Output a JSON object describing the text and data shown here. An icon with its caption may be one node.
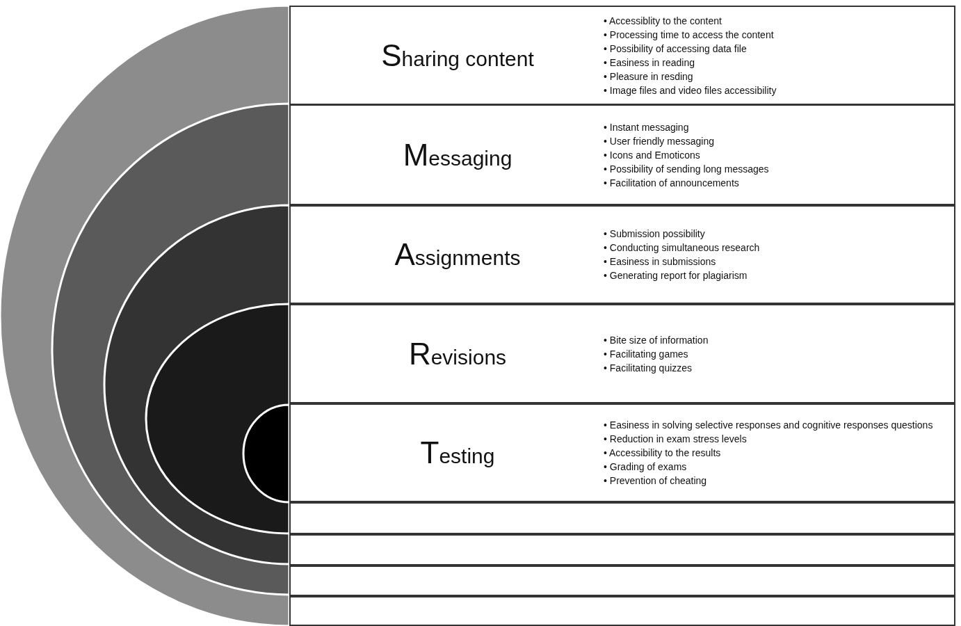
{
  "diagram": {
    "nodes": [
      {
        "text": [
          "Sharing content",
          "• Accessiblity to the content",
          "• Processing time to access the content",
          "• Possibility of accessing data file",
          "• Easiness in reading",
          "• Pleasure in resding",
          "• Image files and video files accessibility"
        ]
      },
      {
        "text": [
          "Messaging",
          "• Instant messaging",
          "• User friendly messaging",
          "• Icons and Emoticons",
          "• Possibility of sending long messages",
          "• Facilitation of announcements"
        ]
      },
      {
        "text": [
          "Assignments",
          "• Submission possibility",
          "• Conducting simultaneous research",
          "• Easiness in submissions",
          "• Generating report for plagiarism"
        ]
      },
      {
        "text": [
          "Revisions",
          "• Bite size of information",
          "• Facilitating games",
          "• Facilitating quizzes"
        ]
      },
      {
        "text": [
          "Testing",
          "• Easiness in solving selective responses and cognitive responses questions",
          "• Reduction in exam stress levels",
          "• Accessibility to the results",
          "• Grading of exams",
          "• Prevention of cheating"
        ]
      },
      {
        "text": [],
        "shape": "box"
      },
      {
        "text": [],
        "shape": "box"
      },
      {
        "text": [],
        "shape": "box"
      },
      {
        "text": [],
        "shape": "box"
      }
    ]
  }
}
